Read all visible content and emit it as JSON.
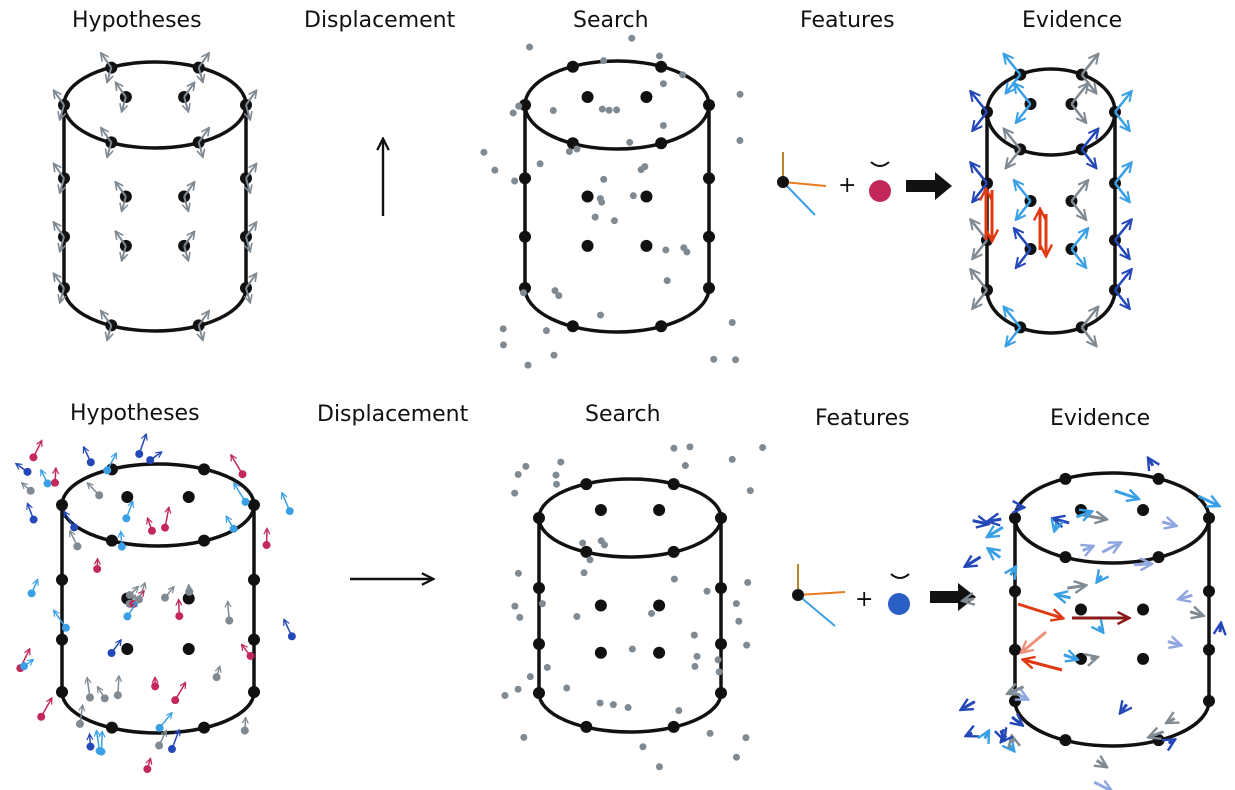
{
  "row1": {
    "labels": [
      "Hypotheses",
      "Displacement",
      "Search",
      "Features",
      "Evidence"
    ]
  },
  "row2": {
    "labels": [
      "Hypotheses",
      "Displacement",
      "Search",
      "Features",
      "Evidence"
    ]
  },
  "colors": {
    "outline": "#111111",
    "node": "#111111",
    "grey": "#808a93",
    "light_blue": "#3aa0e6",
    "dark_blue": "#2448b8",
    "red": "#e03a12",
    "dark_red": "#8b1a1a",
    "magenta": "#c2285a",
    "orange": "#e87a1e",
    "tan": "#b8862a"
  },
  "icons": [
    "cylinder-diagram",
    "arrow-up-icon",
    "arrow-right-icon",
    "coordinate-frame-icon",
    "feature-dot-icon",
    "thick-arrow-icon",
    "plus-sign-icon"
  ]
}
